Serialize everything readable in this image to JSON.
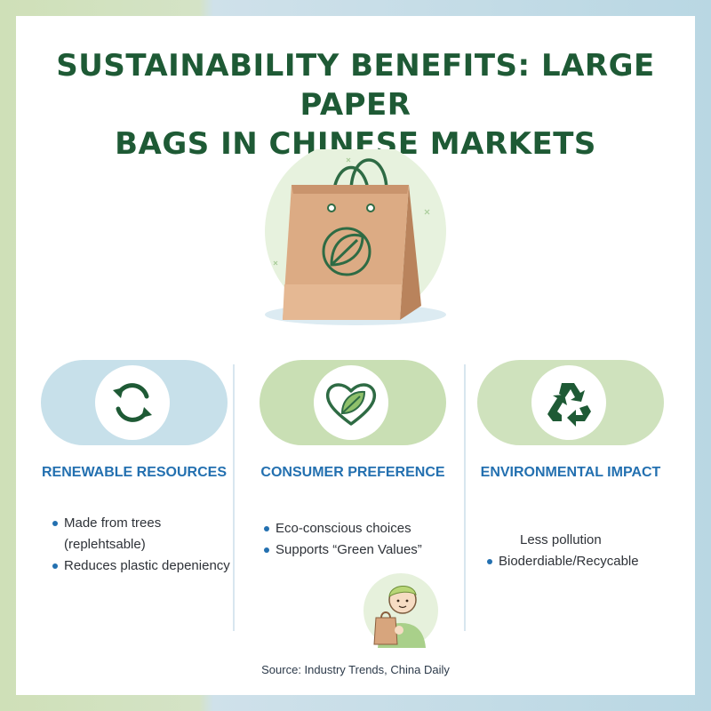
{
  "title": {
    "line1": "SUSTAINABILITY BENEFITS: LARGE PAPER",
    "line2": "BAGS IN CHINESE MARKETS"
  },
  "hero": {
    "icon": "paper-bag-with-leaf-icon"
  },
  "columns": [
    {
      "heading": "RENEWABLE RESOURCES",
      "icon": "renew-arrows-icon",
      "pill_color": "#c7e0ea",
      "bullets": [
        "Made from trees",
        "(replehtsable)",
        "Reduces plastic depeniency"
      ]
    },
    {
      "heading": "CONSUMER PREFERENCE",
      "icon": "heart-leaf-icon",
      "pill_color": "#c9dfb4",
      "bullets": [
        "Eco-conscious choices",
        "Supports “Green Values”"
      ]
    },
    {
      "heading": "ENVIRONMENTAL IMPACT",
      "icon": "recycle-icon",
      "pill_color": "#cfe2bd",
      "bullets": [
        "Less pollution",
        "Bioderdiable/Recycable"
      ]
    }
  ],
  "source": "Source: Industry Trends, China Daily",
  "colors": {
    "title": "#1e5a35",
    "heading": "#2370b0",
    "icon_green": "#1e5a35"
  }
}
